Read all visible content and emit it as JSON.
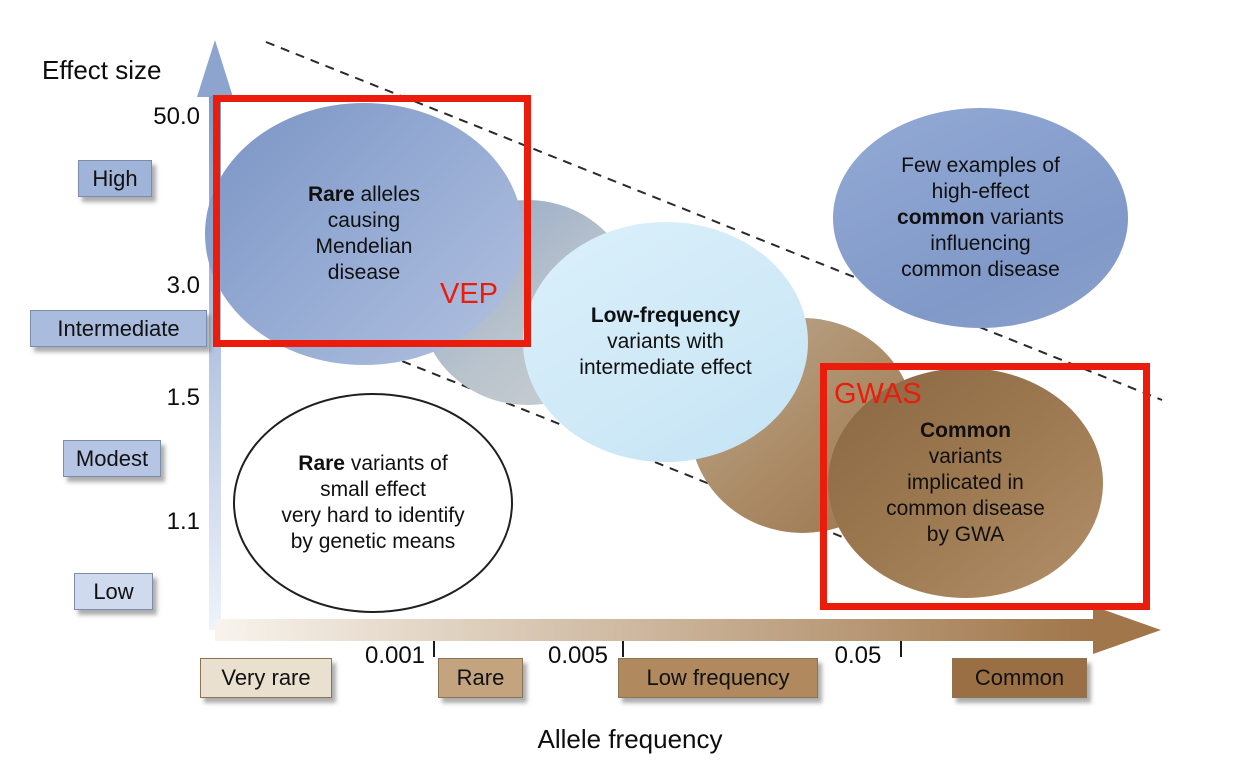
{
  "axes": {
    "y_label": "Effect size",
    "x_label": "Allele frequency",
    "y_ticks": [
      "50.0",
      "3.0",
      "1.5",
      "1.1"
    ],
    "x_ticks": [
      "0.001",
      "0.005",
      "0.05"
    ],
    "y_categories": [
      "High",
      "Intermediate",
      "Modest",
      "Low"
    ],
    "x_categories": [
      "Very rare",
      "Rare",
      "Low frequency",
      "Common"
    ]
  },
  "ellipses": {
    "mendelian": {
      "line1_bold": "Rare",
      "line1_rest": " alleles",
      "line2": "causing",
      "line3": "Mendelian",
      "line4": "disease"
    },
    "few_common": {
      "line1": "Few examples of",
      "line2": "high-effect",
      "line3_bold": "common",
      "line3_rest": " variants",
      "line4": "influencing",
      "line5": "common disease"
    },
    "low_frequency": {
      "line1_bold": "Low-frequency",
      "line2": "variants with",
      "line3": "intermediate effect"
    },
    "common_gwa": {
      "line1_bold": "Common",
      "line2": "variants",
      "line3": "implicated in",
      "line4": "common disease",
      "line5": "by GWA"
    },
    "rare_small": {
      "line1_bold": "Rare",
      "line1_rest": " variants of",
      "line2": "small effect",
      "line3": "very hard to identify",
      "line4": "by genetic means"
    }
  },
  "annotations": {
    "vep_label": "VEP",
    "gwas_label": "GWAS"
  },
  "colors": {
    "highlight_red": "#ec1c0c",
    "mendelian_blue": "#7b93c3",
    "few_common_blue": "#8aa2cf",
    "low_freq_blue": "#d2ebf8",
    "common_brown": "#9a7450",
    "axis_blue": "#7f9aca",
    "axis_brown": "#a0764a"
  }
}
